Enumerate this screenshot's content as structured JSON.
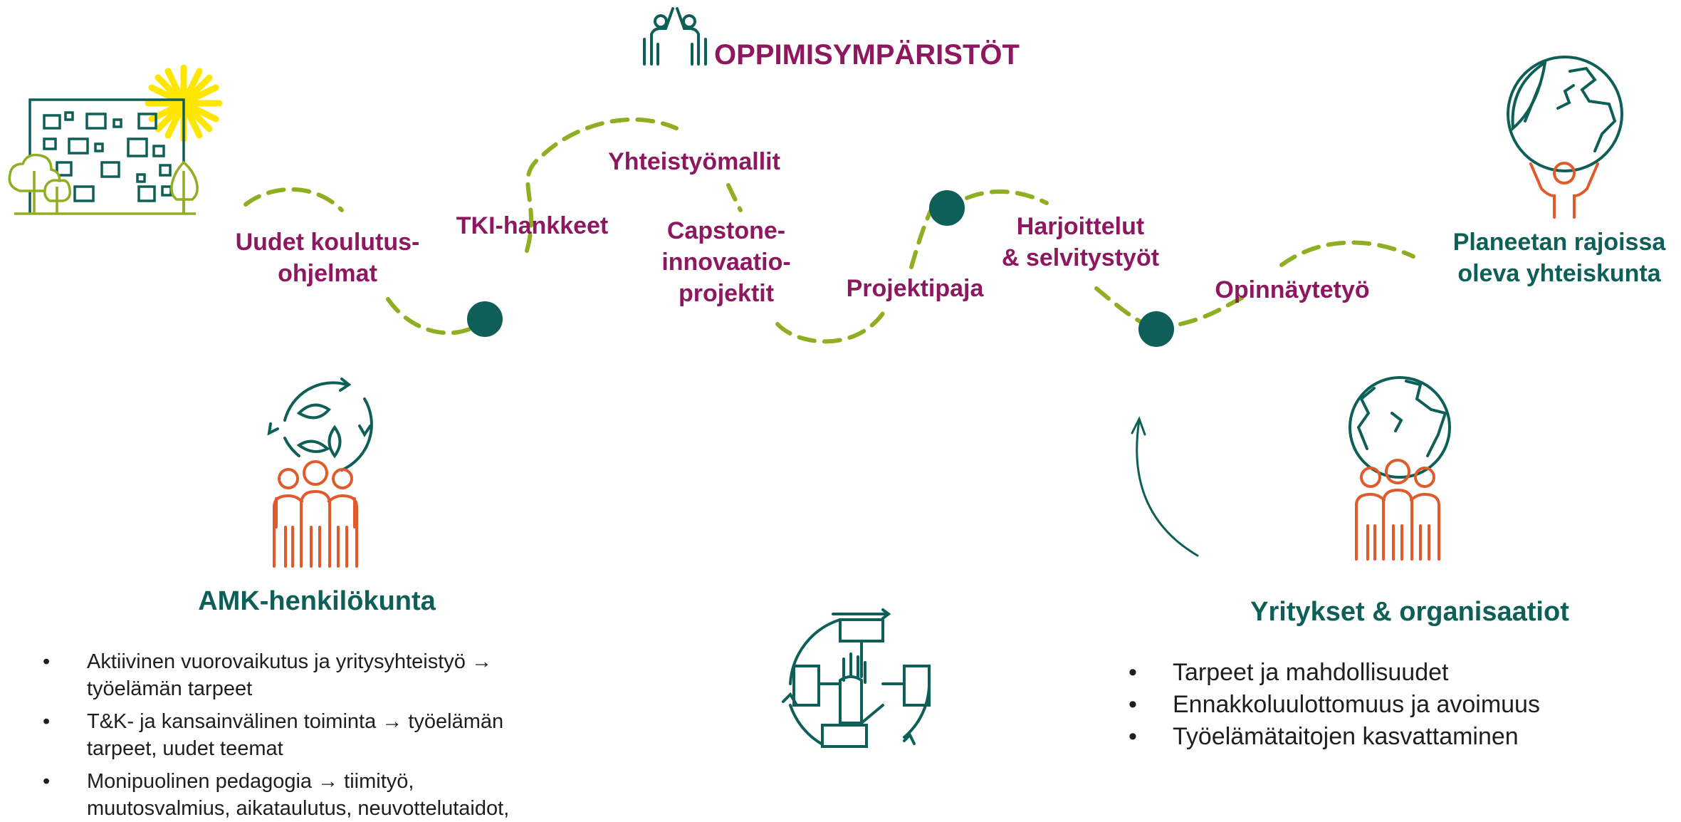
{
  "header": {
    "title": "OPPIMISYMPÄRISTÖT",
    "icon": "people-high-five-icon"
  },
  "path": {
    "labels": [
      "Uudet koulutus-\nohjelmat",
      "TKI-hankkeet",
      "Yhteistyömallit",
      "Capstone-\ninnovaatio-\nprojektit",
      "Projektipaja",
      "Harjoittelut\n& selvitystyöt",
      "Opinnäytetyö"
    ]
  },
  "goal": {
    "label": "Planeetan rajoissa\noleva yhteiskunta",
    "icon": "planet-person-icon"
  },
  "staff": {
    "title": "AMK-henkilökunta",
    "icon": "people-recycle-icon",
    "items": [
      "Aktiivinen vuorovaikutus ja yritysyhteistyö → työelämän tarpeet",
      "T&K- ja kansainvälinen toiminta → työelämän tarpeet, uudet teemat",
      "Monipuolinen pedagogia → tiimityö, muutosvalmius, aikataulutus, neuvottelutaidot,"
    ]
  },
  "companies": {
    "title": "Yritykset & organisaatiot",
    "icon": "people-globe-icon",
    "items": [
      "Tarpeet ja mahdollisuudet",
      "Ennakkoluulottomuus ja avoimuus",
      "Työelämätaitojen kasvattaminen"
    ]
  },
  "center_icon": "hands-together-icon",
  "campus_icon": "campus-building-icon",
  "colors": {
    "magenta": "#8e1860",
    "teal": "#0d5f57",
    "lime": "#8fae22",
    "orange": "#e05a2b",
    "sun": "#ffe600"
  }
}
